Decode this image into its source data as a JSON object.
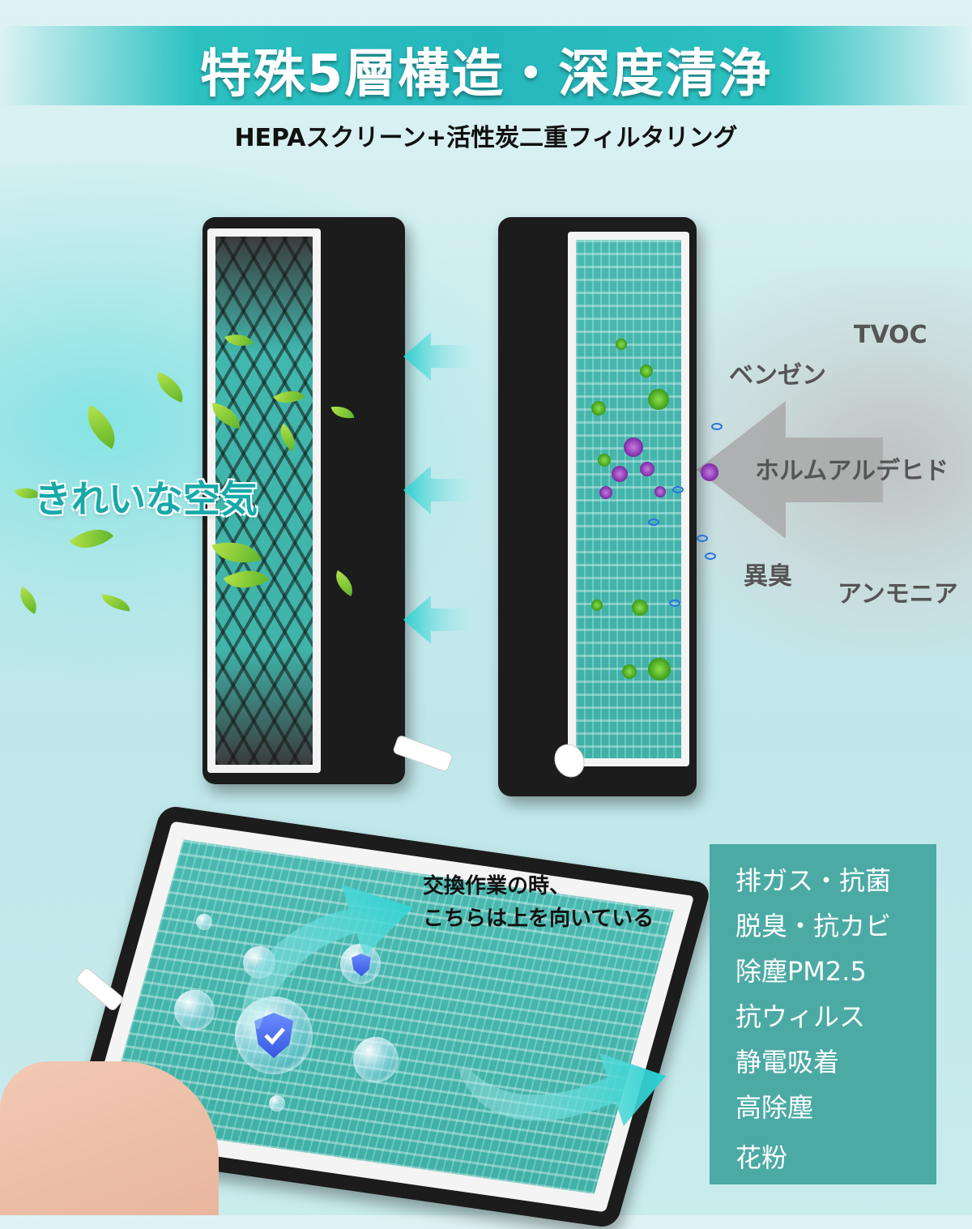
{
  "header": {
    "title": "特殊5層構造・深度清浄",
    "subtitle": "HEPAスクリーン+活性炭二重フィルタリング"
  },
  "clean_air_label": "きれいな空気",
  "pollutants": [
    "TVOC",
    "ベンゼン",
    "ホルムアルデヒド",
    "異臭",
    "アンモニア"
  ],
  "install_note": {
    "line1": "交換作業の時、",
    "line2": "こちらは上を向いている"
  },
  "features": [
    "排ガス・抗菌",
    "脱臭・抗カビ",
    "除塵PM2.5",
    "抗ウィルス",
    "静電吸着",
    "高除塵",
    "花粉"
  ],
  "colors": {
    "accent_teal": "#26b7bc",
    "panel_teal": "#4caaa5",
    "clean_air_text": "#17a9a9"
  },
  "icons": [
    "leaf-icon",
    "arrow-left-icon",
    "shield-check-icon",
    "germ-icon",
    "virus-icon"
  ]
}
